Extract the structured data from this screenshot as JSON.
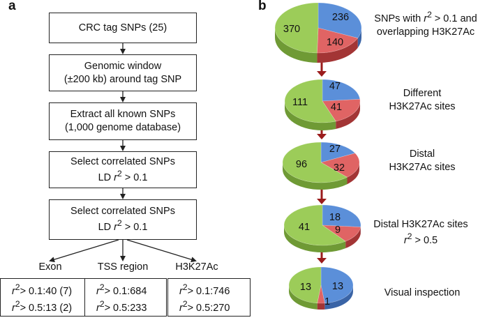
{
  "panel_a": {
    "letter": "a",
    "steps": [
      {
        "line1": "CRC tag SNPs (25)",
        "line2": ""
      },
      {
        "line1": "Genomic window",
        "line2": "(±200 kb) around tag SNP"
      },
      {
        "line1": "Extract all known SNPs",
        "line2": "(1,000 genome database)"
      },
      {
        "line1": "Select correlated SNPs",
        "line2_prefix": "LD ",
        "line2_r": "r",
        "line2_sup": "2",
        "line2_suffix": " > 0.1"
      },
      {
        "line1": "Select correlated SNPs",
        "line2_prefix": "LD ",
        "line2_r": "r",
        "line2_sup": "2",
        "line2_suffix": " > 0.1"
      }
    ],
    "categories": [
      {
        "name": "Exon",
        "row1": "> 0.1:40 (7)",
        "row2": "> 0.5:13 (2)"
      },
      {
        "name": "TSS region",
        "row1": "> 0.1:684",
        "row2": "> 0.5:233"
      },
      {
        "name": "H3K27Ac",
        "row1": "> 0.1:746",
        "row2": "> 0.5:270"
      }
    ],
    "r_symbol": "r",
    "sup": "2"
  },
  "panel_b": {
    "letter": "b",
    "colors": {
      "green": "#9ccc59",
      "red": "#e06464",
      "blue": "#5b8fd9",
      "arrow": "#9b1c1c"
    },
    "pies": [
      {
        "values": {
          "blue": 236,
          "red": 140,
          "green": 370
        },
        "label": {
          "l1_prefix": "SNPs with ",
          "l1_r": "r",
          "l1_sup": "2",
          "l1_suffix": " > 0.1 and",
          "l2": "overlapping H3K27Ac"
        }
      },
      {
        "values": {
          "blue": 47,
          "red": 41,
          "green": 111
        },
        "label": {
          "l1_prefix": "Different",
          "l2": "H3K27Ac sites"
        }
      },
      {
        "values": {
          "blue": 27,
          "red": 32,
          "green": 96
        },
        "label": {
          "l1_prefix": "Distal",
          "l2": "H3K27Ac sites"
        }
      },
      {
        "values": {
          "blue": 18,
          "red": 9,
          "green": 41
        },
        "label": {
          "l1_prefix": "Distal H3K27Ac sites",
          "l2_r": "r",
          "l2_sup": "2",
          "l2_suffix": " > 0.5"
        }
      },
      {
        "values": {
          "blue": 13,
          "red": 1,
          "green": 13
        },
        "label": {
          "l1_prefix": "Visual inspection"
        }
      }
    ]
  }
}
